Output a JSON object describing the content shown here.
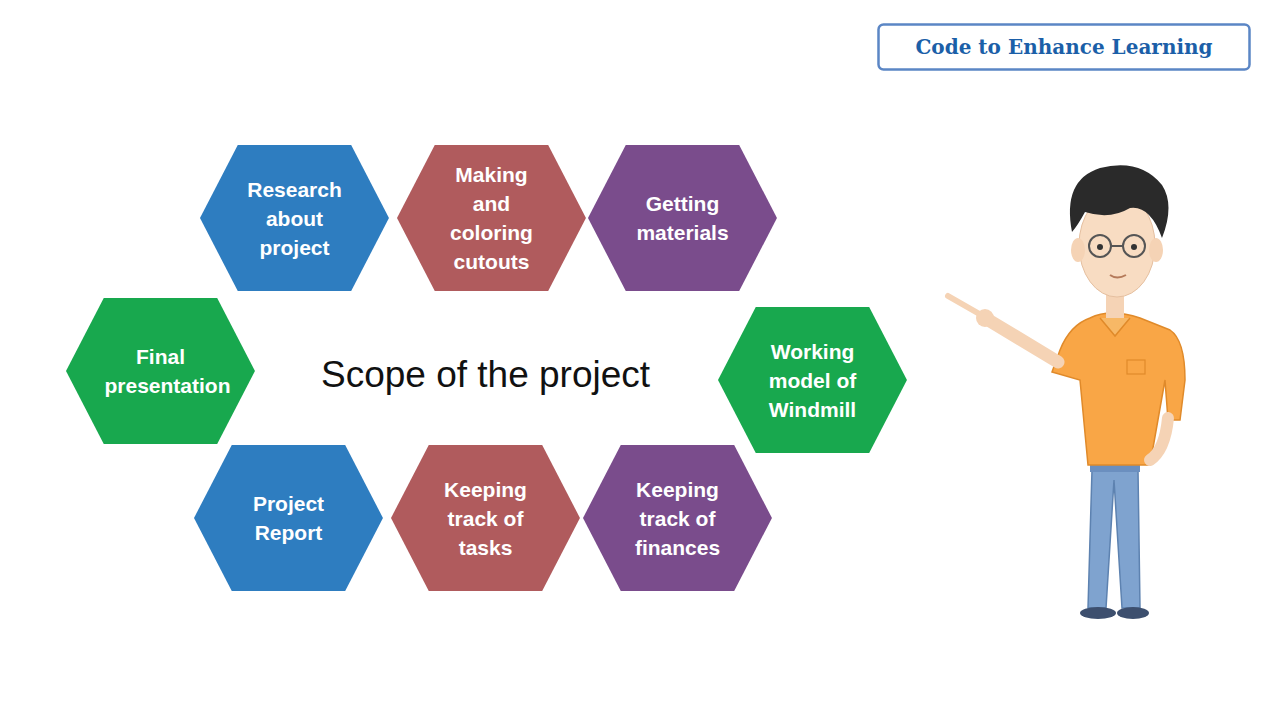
{
  "diagram": {
    "title": "Scope of the project",
    "nodes": [
      {
        "text": [
          "Code to Enhance Learning"
        ]
      },
      {
        "text": [
          "Research about project"
        ]
      },
      {
        "text": [
          "Making and coloring cutouts"
        ]
      },
      {
        "text": [
          "Getting materials"
        ]
      },
      {
        "text": [
          "Final presentation"
        ]
      },
      {
        "text": [
          "Working model of Windmill"
        ]
      },
      {
        "text": [
          "Project Report"
        ]
      },
      {
        "text": [
          "Keeping track of tasks"
        ]
      },
      {
        "text": [
          "Keeping track of finances"
        ]
      }
    ]
  }
}
